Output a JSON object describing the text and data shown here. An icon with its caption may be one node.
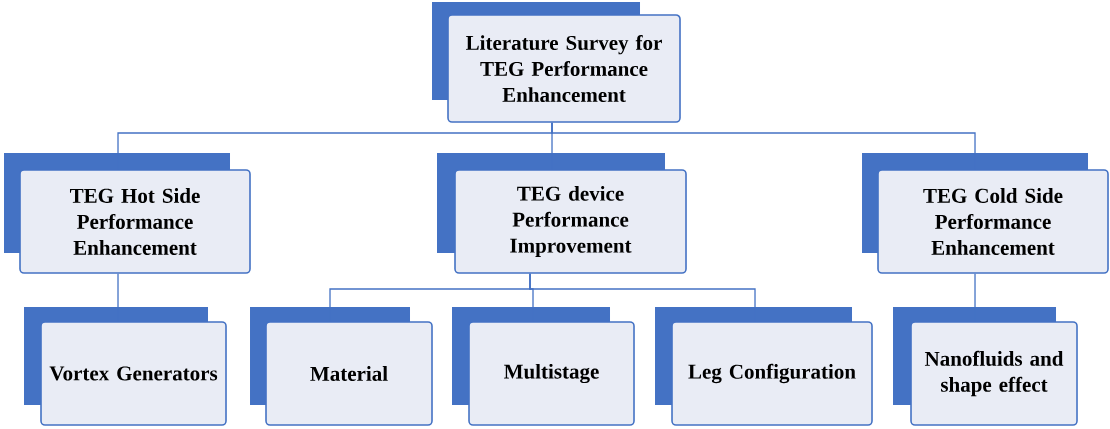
{
  "diagram": {
    "nodes": [
      {
        "text": [
          "Literature Survey for TEG Performance Enhancement"
        ]
      },
      {
        "text": [
          "TEG Hot Side Performance Enhancement"
        ]
      },
      {
        "text": [
          "TEG device Performance Improvement"
        ]
      },
      {
        "text": [
          "TEG Cold Side Performance Enhancement"
        ]
      },
      {
        "text": [
          "Vortex Generators"
        ]
      },
      {
        "text": [
          "Material"
        ]
      },
      {
        "text": [
          "Multistage"
        ]
      },
      {
        "text": [
          "Leg Configuration"
        ]
      },
      {
        "text": [
          "Nanofluids and shape effect"
        ]
      }
    ],
    "edges": [
      {
        "from": 0,
        "to": 1,
        "arrow": "none"
      },
      {
        "from": 0,
        "to": 2,
        "arrow": "none"
      },
      {
        "from": 0,
        "to": 3,
        "arrow": "none"
      },
      {
        "from": 1,
        "to": 4,
        "arrow": "none"
      },
      {
        "from": 2,
        "to": 5,
        "arrow": "none"
      },
      {
        "from": 2,
        "to": 6,
        "arrow": "none"
      },
      {
        "from": 2,
        "to": 7,
        "arrow": "none"
      },
      {
        "from": 3,
        "to": 8,
        "arrow": "none"
      }
    ]
  }
}
